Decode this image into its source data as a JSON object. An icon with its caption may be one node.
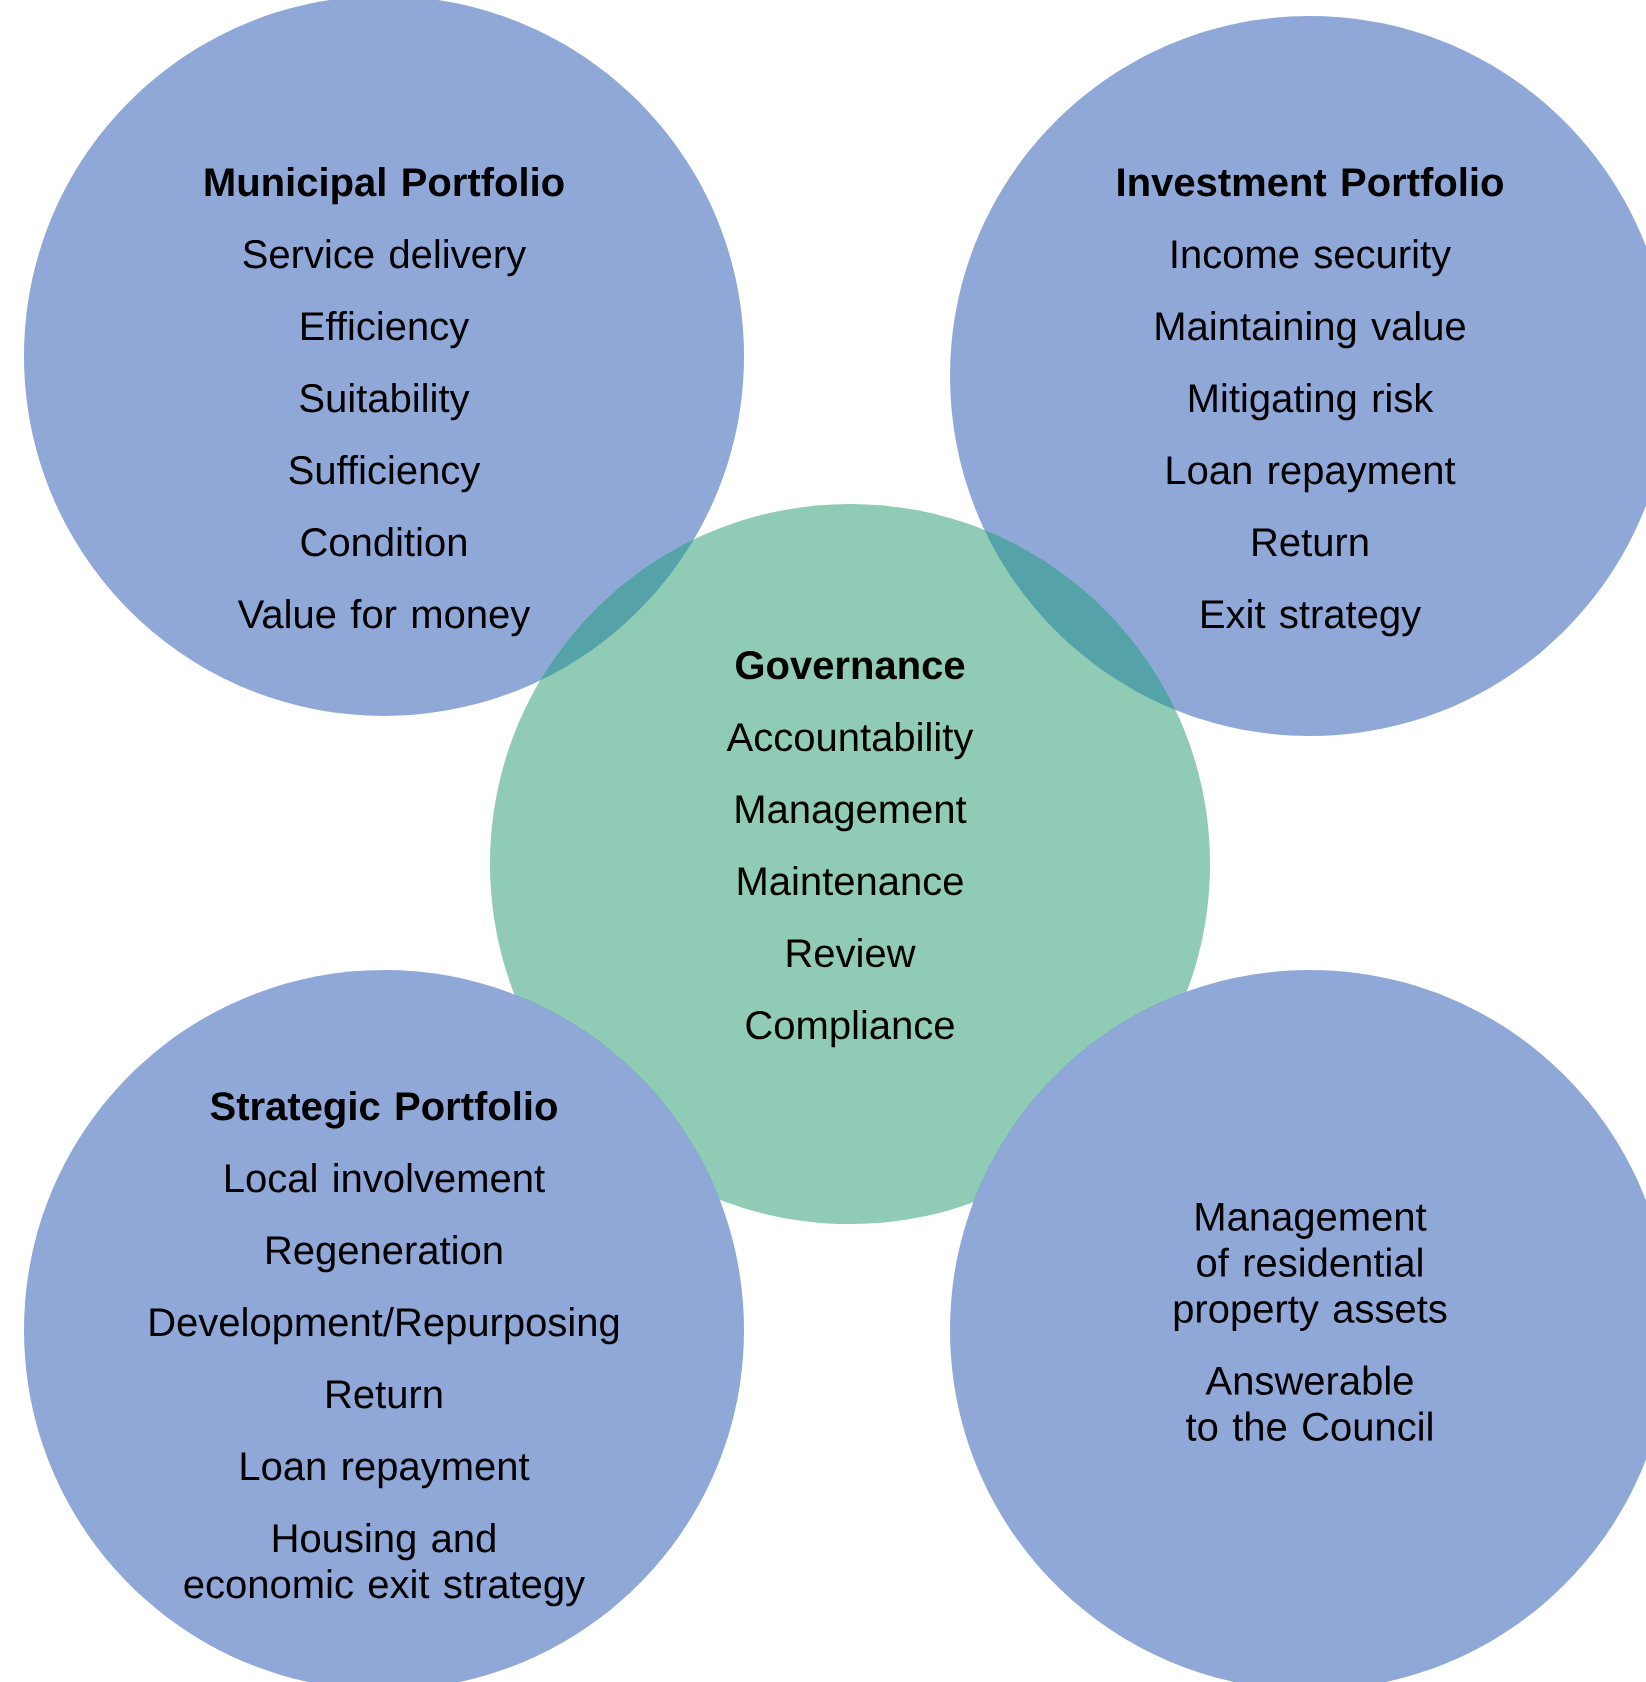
{
  "diagram": {
    "nodes": [
      {
        "text": [
          "Municipal Portfolio",
          "Service delivery",
          "Efficiency",
          "Suitability",
          "Sufficiency",
          "Condition",
          "Value for money"
        ]
      },
      {
        "text": [
          "Investment Portfolio",
          "Income security",
          "Maintaining value",
          "Mitigating risk",
          "Loan repayment",
          "Return",
          "Exit strategy"
        ]
      },
      {
        "text": [
          "Governance",
          "Accountability",
          "Management",
          "Maintenance",
          "Review",
          "Compliance"
        ]
      },
      {
        "text": [
          "Strategic Portfolio",
          "Local involvement",
          "Regeneration",
          "Development/Repurposing",
          "Return",
          "Loan repayment",
          "Housing and economic exit strategy"
        ]
      },
      {
        "text": [
          "Management of residential property assets",
          "Answerable to the Council"
        ]
      }
    ]
  }
}
